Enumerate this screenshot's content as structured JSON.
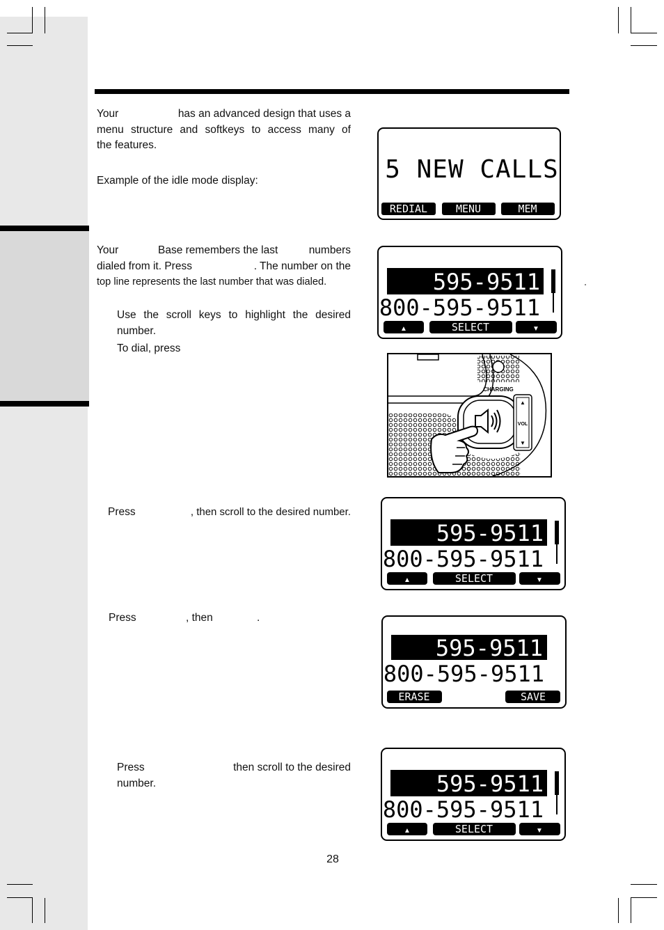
{
  "intro": {
    "line1_left": "Your",
    "line1_right": "has an advanced design that uses a",
    "line2": "menu structure and softkeys to access many of",
    "line3": "the features.",
    "idle_example": "Example of the idle mode display:"
  },
  "redial": {
    "p1_line1_left": "Your",
    "p1_line1_mid": "Base remembers the last",
    "p1_line1_right": "numbers",
    "p1_line2_left": "dialed from it. Press",
    "p1_line2_right": ". The number on the",
    "p1_line3": "top line represents the last number that was dialed.",
    "step1_line1": "Use the scroll keys to highlight the desired",
    "step1_line2": "number.",
    "step2": "To dial, press"
  },
  "review": {
    "left": "Press",
    "right": ", then scroll to the desired number."
  },
  "save": {
    "left": "Press",
    "mid": ", then",
    "right": "."
  },
  "delete": {
    "line1_left": "Press",
    "line1_right": "then scroll to the desired",
    "line2": "number."
  },
  "screens": {
    "idle": {
      "message": "5 NEW CALLS",
      "soft_left": "REDIAL",
      "soft_mid": "MENU",
      "soft_right": "MEM"
    },
    "redial_list": {
      "line1": "595-9511",
      "line2": "800-595-9511",
      "soft_mid": "SELECT"
    },
    "review_list": {
      "line1": "595-9511",
      "line2": "800-595-9511",
      "soft_mid": "SELECT"
    },
    "save_screen": {
      "line1": "595-9511",
      "line2": "800-595-9511",
      "soft_left": "ERASE",
      "soft_right": "SAVE"
    },
    "delete_list": {
      "line1": "595-9511",
      "line2": "800-595-9511",
      "soft_mid": "SELECT"
    }
  },
  "illustration": {
    "charging_label": "CHARGING",
    "vol_label": "VOL"
  },
  "footer": {
    "page_number": "28"
  }
}
